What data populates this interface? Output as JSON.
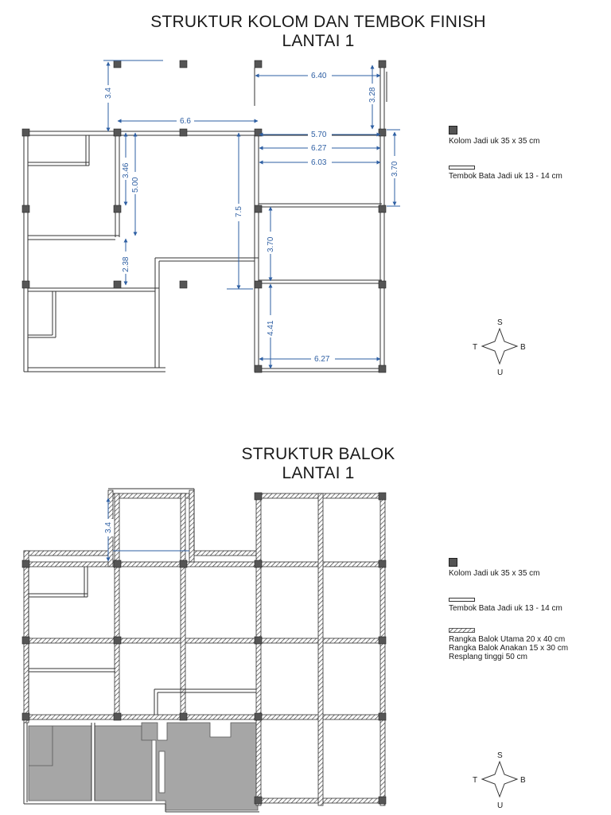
{
  "top": {
    "title_line1": "STRUKTUR KOLOM DAN TEMBOK FINISH",
    "title_line2": "LANTAI 1",
    "dims": {
      "d_3_4": "3.4",
      "d_6_40": "6.40",
      "d_3_28": "3.28",
      "d_6_6": "6.6",
      "d_5_70": "5.70",
      "d_6_27a": "6.27",
      "d_6_03": "6.03",
      "d_3_70a": "3.70",
      "d_3_46": "3.46",
      "d_5_00": "5.00",
      "d_7_5": "7.5",
      "d_3_70b": "3.70",
      "d_2_38": "2.38",
      "d_4_41": "4.41",
      "d_6_27b": "6.27"
    },
    "legend": {
      "kolom": "Kolom Jadi uk 35 x 35 cm",
      "tembok": "Tembok Bata Jadi uk 13 - 14 cm"
    },
    "compass": {
      "n": "S",
      "w": "T",
      "e": "B",
      "s": "U"
    }
  },
  "bottom": {
    "title_line1": "STRUKTUR BALOK",
    "title_line2": "LANTAI 1",
    "dims": {
      "d_3_4": "3.4"
    },
    "legend": {
      "kolom": "Kolom Jadi uk 35 x 35 cm",
      "tembok": "Tembok Bata Jadi uk 13 - 14 cm",
      "balok_utama": "Rangka Balok Utama 20 x 40 cm",
      "balok_anakan": "Rangka Balok Anakan 15 x 30 cm",
      "resplang": "Resplang tinggi 50 cm"
    },
    "compass": {
      "n": "S",
      "w": "T",
      "e": "B",
      "s": "U"
    }
  },
  "colors": {
    "dimension": "#2e5fa3",
    "column": "#555555",
    "wall": "#333333",
    "shaded_area": "#a6a6a6"
  }
}
